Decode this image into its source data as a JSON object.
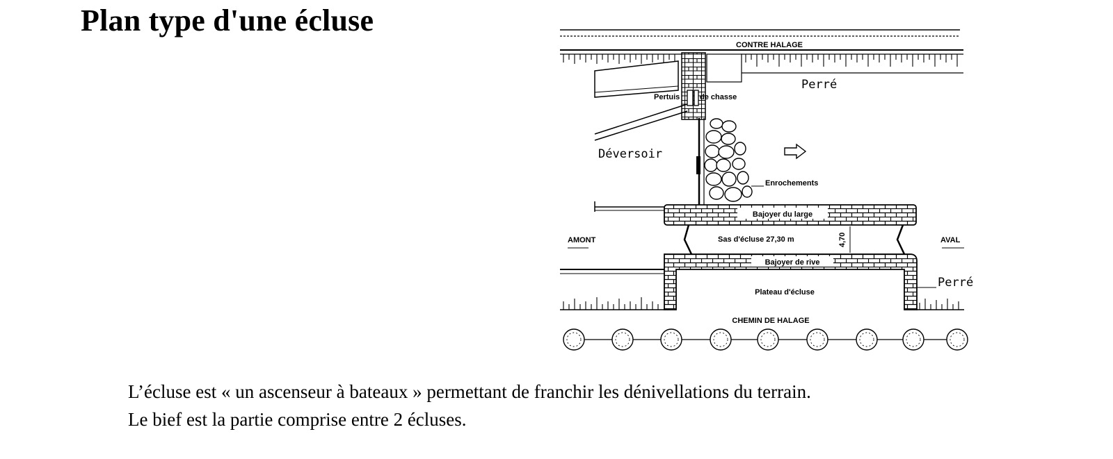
{
  "page": {
    "title": "Plan type d'une écluse"
  },
  "diagram": {
    "labels": {
      "contre_halage": "CONTRE HALAGE",
      "perre_top": "Perré",
      "pertuis": "Pertuis",
      "de_chasse": "de chasse",
      "deversoir": "Déversoir",
      "enrochements": "Enrochements",
      "bajoyer_large": "Bajoyer du large",
      "sas": "Sas d'écluse 27,30 m",
      "width": "4,70",
      "amont": "AMONT",
      "aval": "AVAL",
      "bajoyer_rive": "Bajoyer de rive",
      "plateau": "Plateau d'écluse",
      "perre_right": "Perré",
      "chemin": "CHEMIN DE HALAGE"
    }
  },
  "caption": {
    "line1": "L’écluse est « un ascenseur à bateaux » permettant de franchir les dénivellations du terrain.",
    "line2": "Le bief est la partie comprise entre 2 écluses."
  }
}
